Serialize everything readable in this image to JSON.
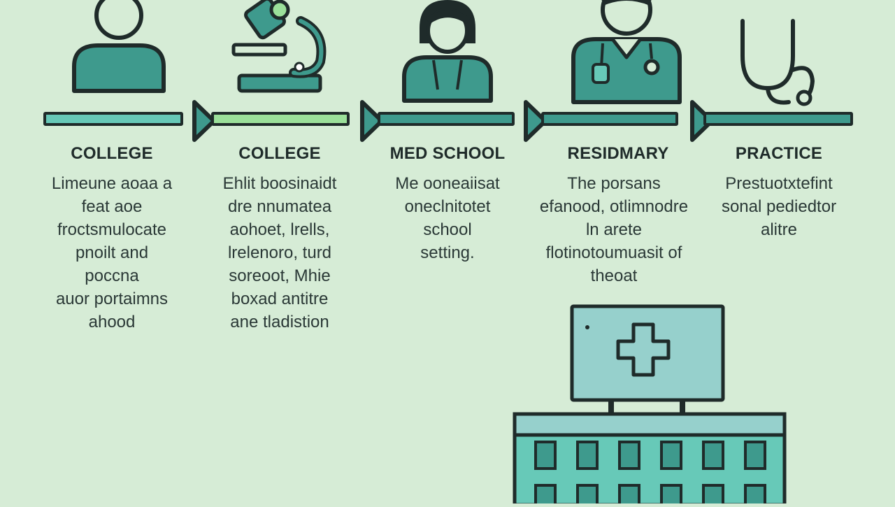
{
  "colors": {
    "background": "#d6ecd6",
    "teal": "#3e9a8d",
    "mint": "#67c9b8",
    "green_bar": "#9be09a",
    "ink": "#1f2b2a"
  },
  "stages": [
    {
      "title": "COLLEGE",
      "icon": "person-icon",
      "lines": [
        "Limeune aoaa a",
        "feat aoe",
        "froctsmulocate",
        "pnoilt and",
        "poccna",
        "auor portaimns",
        "ahood"
      ]
    },
    {
      "title": "COLLEGE",
      "icon": "microscope-icon",
      "lines": [
        "Ehlit boosinaidt",
        "dre nnumatea",
        "aohoet, lrells,",
        "lrelenoro, turd",
        "soreoot, Mhie",
        "boxad antitre",
        "ane tladistion"
      ]
    },
    {
      "title": "MED SCHOOL",
      "icon": "student-icon",
      "lines": [
        "Me ooneaiisat",
        "oneclnitotet",
        "school",
        "setting."
      ]
    },
    {
      "title": "RESIDMARY",
      "icon": "doctor-icon",
      "lines": [
        "The porsans",
        "efanood, otlimnodre",
        "ln arete",
        "flotinotoumuasit of",
        "theoat"
      ]
    },
    {
      "title": "PRACTICE",
      "icon": "stethoscope-icon",
      "lines": [
        "Prestuotxtefint",
        "sonal pediedtor",
        "alitre"
      ]
    }
  ]
}
